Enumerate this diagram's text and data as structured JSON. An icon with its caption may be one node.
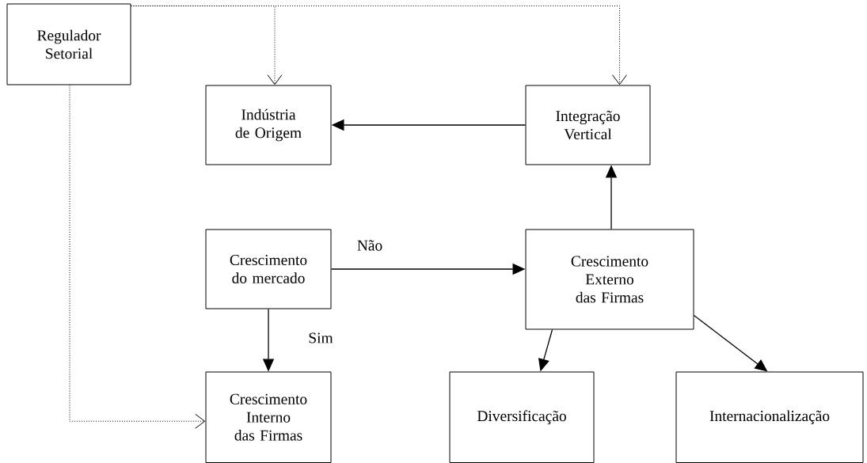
{
  "diagram": {
    "nodes": [
      {
        "text": [
          "Regulador Setorial"
        ]
      },
      {
        "text": [
          "Indústria de Origem"
        ]
      },
      {
        "text": [
          "Integração Vertical"
        ]
      },
      {
        "text": [
          "Crescimento do mercado"
        ]
      },
      {
        "text": [
          "Crescimento Externo das Firmas"
        ]
      },
      {
        "text": [
          "Crescimento Interno das Firmas"
        ]
      },
      {
        "text": [
          "Diversificação"
        ]
      },
      {
        "text": [
          "Internacionalização"
        ]
      }
    ],
    "edges": [
      {
        "from": 0,
        "to": 1,
        "arrow": "to",
        "style": "dashed"
      },
      {
        "from": 0,
        "to": 2,
        "arrow": "to",
        "style": "dashed"
      },
      {
        "from": 0,
        "to": 5,
        "arrow": "to",
        "style": "dashed"
      },
      {
        "from": 2,
        "to": 1,
        "arrow": "to"
      },
      {
        "from": 4,
        "to": 2,
        "arrow": "to"
      },
      {
        "from": 3,
        "to": 4,
        "arrow": "to",
        "label": "Não"
      },
      {
        "from": 3,
        "to": 5,
        "arrow": "to",
        "label": "Sim"
      },
      {
        "from": 4,
        "to": 6,
        "arrow": "to"
      },
      {
        "from": 4,
        "to": 7,
        "arrow": "to"
      }
    ]
  }
}
